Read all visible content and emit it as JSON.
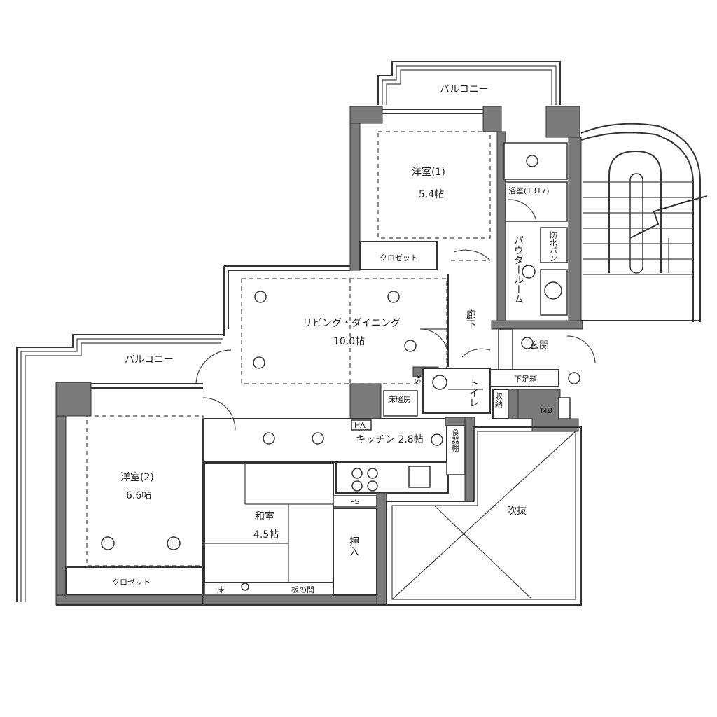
{
  "rooms": {
    "balcony_top": "バルコニー",
    "balcony_left": "バルコニー",
    "bedroom1_name": "洋室(1)",
    "bedroom1_size": "5.4帖",
    "bedroom2_name": "洋室(2)",
    "bedroom2_size": "6.6帖",
    "living_name": "リビング・ダイニング",
    "living_size": "10.0帖",
    "kitchen": "キッチン 2.8帖",
    "japanese_name": "和室",
    "japanese_size": "4.5帖",
    "bath": "浴室(1317)",
    "powder": "パウダールーム",
    "corridor": "廊下",
    "toilet": "トイレ",
    "entrance": "玄関",
    "shoe_box": "下足箱",
    "storage": "収納",
    "mb": "MB",
    "void": "吹抜",
    "closet1": "クロゼット",
    "closet2": "クロゼット",
    "oshiire": "押入",
    "itanoma": "板の間",
    "tokonoma": "床",
    "pantry": "食器棚",
    "washer": "防水パン",
    "ps1": "PS",
    "ps2": "PS",
    "ha": "HA",
    "heater": "床暖房"
  }
}
